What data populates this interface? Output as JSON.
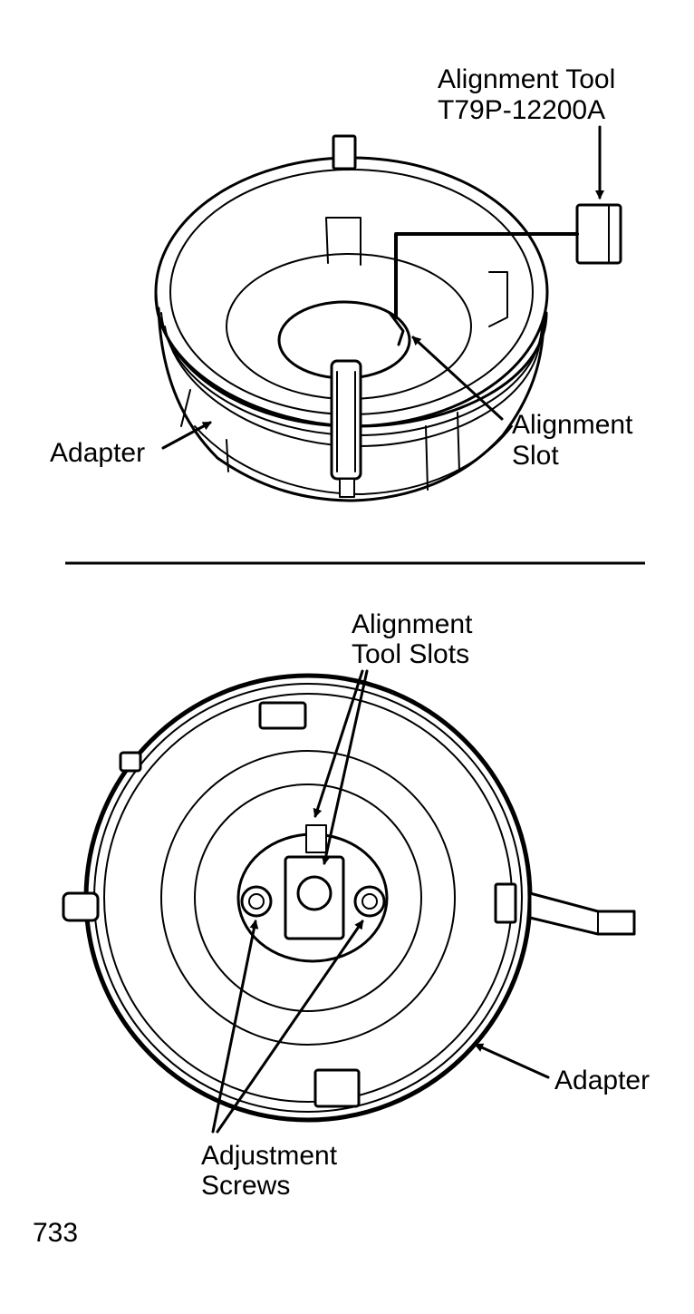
{
  "top_figure": {
    "tool_label_line1": "Alignment Tool",
    "tool_label_line2": "T79P-12200A",
    "slot_label_line1": "Alignment",
    "slot_label_line2": "Slot",
    "adapter_label": "Adapter"
  },
  "bottom_figure": {
    "slots_label_line1": "Alignment",
    "slots_label_line2": "Tool Slots",
    "adapter_label": "Adapter",
    "screws_label_line1": "Adjustment",
    "screws_label_line2": "Screws"
  },
  "figure_number": "733",
  "colors": {
    "ink": "#000000",
    "paper": "#ffffff"
  }
}
